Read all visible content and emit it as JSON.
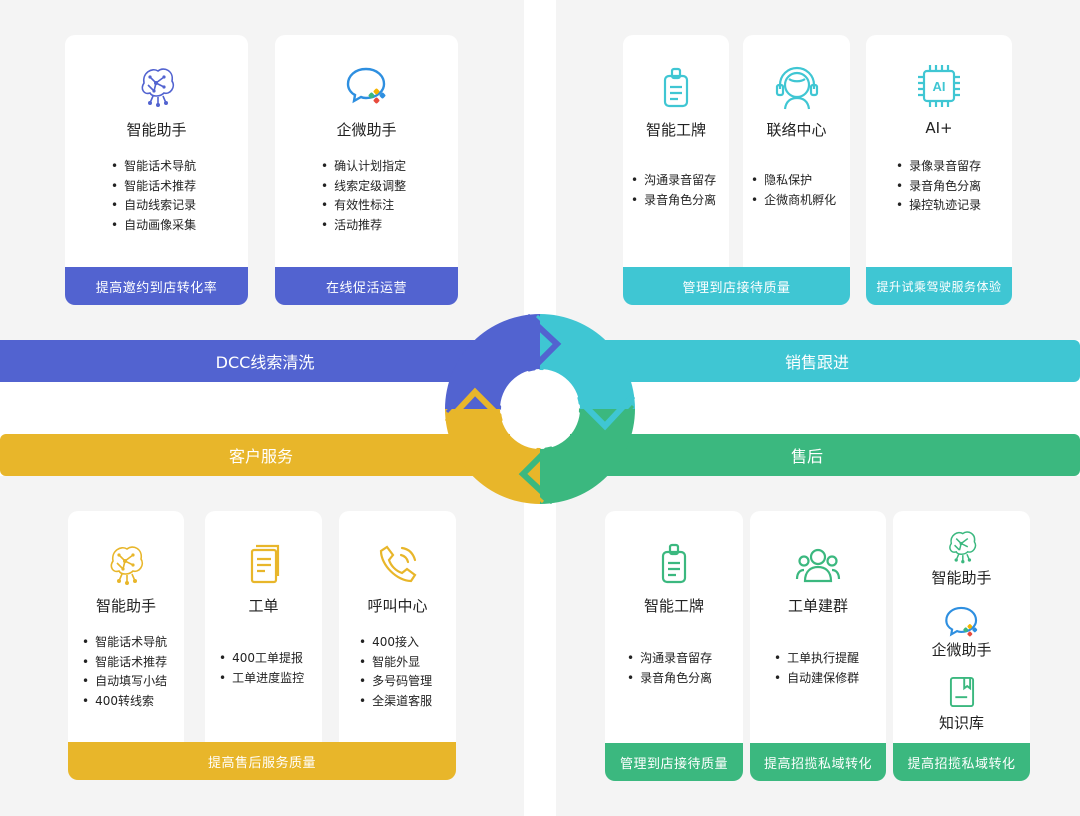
{
  "colors": {
    "blue": "#5263d0",
    "teal": "#3fc6d3",
    "yellow": "#e8b62a",
    "green": "#3bb87f",
    "panel": "#f4f4f4"
  },
  "bands": {
    "dcc": "DCC线索清洗",
    "sales": "销售跟进",
    "service": "客户服务",
    "after": "售后"
  },
  "q1": {
    "card1": {
      "icon": "brain-network-icon",
      "title": "智能助手",
      "items": [
        "智能话术导航",
        "智能话术推荐",
        "自动线索记录",
        "自动画像采集"
      ],
      "footer": "提高邀约到店转化率"
    },
    "card2": {
      "icon": "wecom-chat-icon",
      "title": "企微助手",
      "items": [
        "确认计划指定",
        "线索定级调整",
        "有效性标注",
        "活动推荐"
      ],
      "footer": "在线促活运营"
    }
  },
  "q2": {
    "card1": {
      "icon": "badge-icon",
      "title": "智能工牌",
      "items": [
        "沟通录音留存",
        "录音角色分离"
      ]
    },
    "card2": {
      "icon": "headset-icon",
      "title": "联络中心",
      "items": [
        "隐私保护",
        "企微商机孵化"
      ]
    },
    "footer12": "管理到店接待质量",
    "card3": {
      "icon": "ai-chip-icon",
      "chip_label": "AI",
      "title": "AI+",
      "items": [
        "录像录音留存",
        "录音角色分离",
        "操控轨迹记录"
      ],
      "footer": "提升试乘驾驶服务体验"
    }
  },
  "q3": {
    "card1": {
      "icon": "brain-network-icon",
      "title": "智能助手",
      "items": [
        "智能话术导航",
        "智能话术推荐",
        "自动填写小结",
        "400转线索"
      ]
    },
    "card2": {
      "icon": "work-order-icon",
      "title": "工单",
      "items": [
        "400工单提报",
        "工单进度监控"
      ]
    },
    "card3": {
      "icon": "phone-call-icon",
      "title": "呼叫中心",
      "items": [
        "400接入",
        "智能外显",
        "多号码管理",
        "全渠道客服"
      ]
    },
    "footer": "提高售后服务质量"
  },
  "q4": {
    "card1": {
      "icon": "badge-icon",
      "title": "智能工牌",
      "items": [
        "沟通录音留存",
        "录音角色分离"
      ],
      "footer": "管理到店接待质量"
    },
    "card2": {
      "icon": "group-icon",
      "title": "工单建群",
      "items": [
        "工单执行提醒",
        "自动建保修群"
      ],
      "footer": "提高招揽私域转化"
    },
    "card3": {
      "title1": "智能助手",
      "title2": "企微助手",
      "title3": "知识库",
      "icon1": "brain-network-icon",
      "icon2": "wecom-chat-icon",
      "icon3": "knowledge-book-icon",
      "footer": "提高招揽私域转化"
    }
  }
}
